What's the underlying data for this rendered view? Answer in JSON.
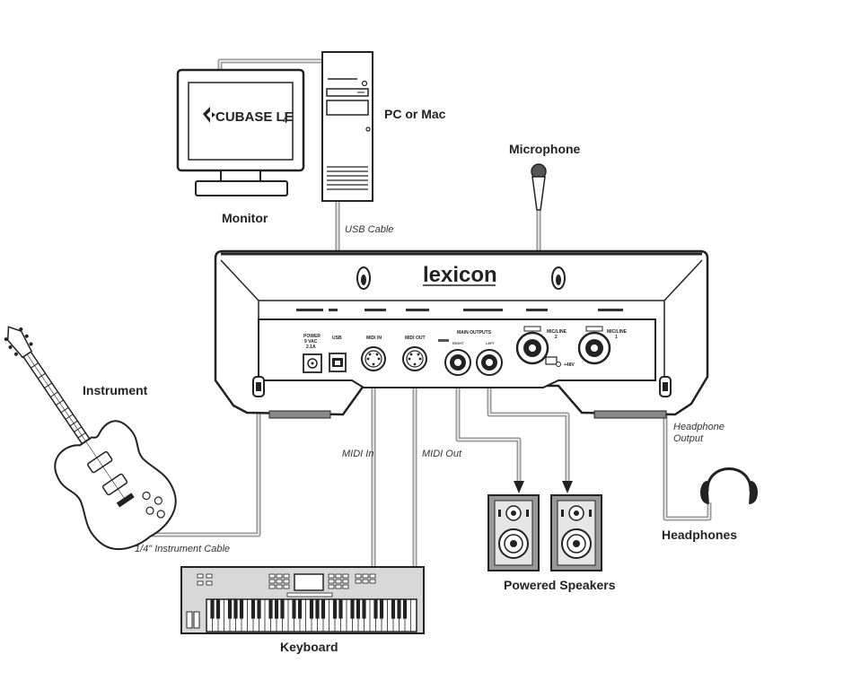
{
  "labels": {
    "pc": "PC or Mac",
    "monitor": "Monitor",
    "microphone": "Microphone",
    "instrument": "Instrument",
    "keyboard": "Keyboard",
    "powered_speakers": "Powered Speakers",
    "headphones": "Headphones",
    "headphone_output_1": "Headphone",
    "headphone_output_2": "Output"
  },
  "cables": {
    "usb": "USB Cable",
    "midi_in": "MIDI In",
    "midi_out": "MIDI Out",
    "instrument": "1/4\" Instrument Cable"
  },
  "screen": {
    "logo_text": "CUBASE LE",
    "logo_version": "4"
  },
  "device": {
    "brand": "lexicon",
    "power_1": "POWER",
    "power_2": "9 VAC",
    "power_3": "2.1A",
    "usb": "USB",
    "midi_in": "MIDI IN",
    "midi_out": "MIDI OUT",
    "main_outputs": "MAIN OUTPUTS",
    "right": "RIGHT",
    "left": "LEFT",
    "mic_line_2": "MIC/LINE",
    "mic_line_2_num": "2",
    "mic_line_1": "MIC/LINE",
    "mic_line_1_num": "1",
    "phantom": "+48V"
  },
  "colors": {
    "ink": "#222222",
    "cable": "#999999",
    "panel_gray": "#d8d8d8"
  }
}
